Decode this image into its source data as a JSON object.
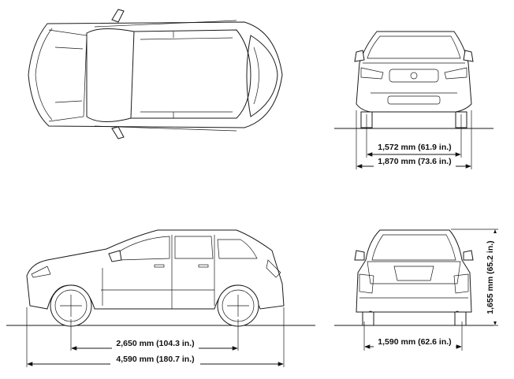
{
  "dimensions": {
    "front_track": "1,572 mm (61.9 in.)",
    "overall_width": "1,870 mm (73.6 in.)",
    "overall_height": "1,655 mm (65.2 in.)",
    "wheelbase": "2,650 mm (104.3 in.)",
    "overall_length": "4,590 mm (180.7 in.)",
    "rear_track": "1,590 mm (62.6 in.)"
  }
}
